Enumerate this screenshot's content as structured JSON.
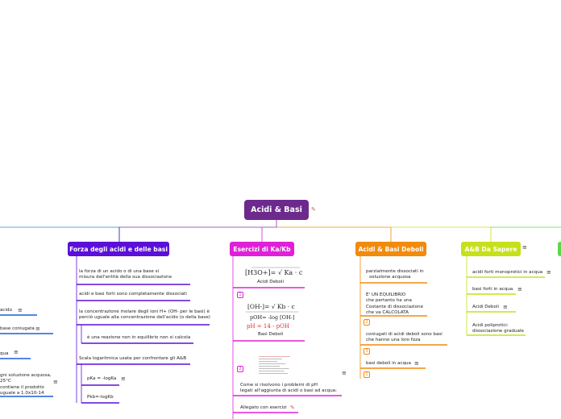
{
  "root": {
    "label": "Acidi & Basi"
  },
  "branches": {
    "forza": {
      "label": "Forza degli acidi e delle basi",
      "color": "#5b0fd9",
      "items": [
        "la forza di un acido o di una base si",
        "misura dall'entità della sua dissociazione",
        "acidi e basi forti sono completamente dissociati",
        "la concentrazione molare degli ioni H+ (OH- per le basi) è",
        "perciò uguale alla concentrazione dell'acido (o della base)",
        "è una reazione non in equilibrio non si calcola",
        "Scala logaritmica usata per confrontare gli A&B",
        "pKa = -logKa",
        "Pkb=-logKb"
      ]
    },
    "esercizi": {
      "label": "Esercizi di Ka/Kb",
      "color": "#e020d8",
      "formula1": "[H3O+]= √ Ka · c",
      "acidi_deboli": "Acidi Deboli",
      "badge1": "1",
      "formula2": "[OH-]= √ Kb · c",
      "poh": "pOH= -log [OH-]",
      "ph": "pH =  14  - pOH",
      "basi_deboli": "Basi Deboli",
      "badge2": "2",
      "come_line1": "Come si risolvono i problemi di pH",
      "come_line2": "legati all'aggiunta di acidi o basi ad acqua:",
      "allegato": "Allegato con esercizi"
    },
    "deboli": {
      "label": "Acidi & Basi Deboli",
      "color": "#f28a0c",
      "item1_line1": "parzialmente dissociati in",
      "item1_line2": "soluzione acquosa",
      "item2_line1": "E' UN EQUILIBRIO",
      "item2_line2": "che pertanto ha una",
      "item2_line3": "Costante di dissociazione",
      "item2_line4": "che va CALCOLATA",
      "badge2": "2",
      "item3_line1": "coniugati di acidi deboli sono basi",
      "item3_line2": "che hanno una loro foza",
      "badge3": "3",
      "item4": "basi deboli in acqua",
      "badge1": "1"
    },
    "sapere": {
      "label": "A&B Da Sapere",
      "color": "#c6e01a",
      "item1": "acidi forti monoprotici in acqua",
      "item2": "basi forti in acqua",
      "item3": "Acidi Deboli",
      "item4_line1": "Acidi poliprotici:",
      "item4_line2": "dissociazione graduale"
    },
    "left": {
      "color": "#1a5fd9",
      "item1": "acido",
      "item2": "base coniugata",
      "item3": "qua",
      "item4_line1": "gni soluzione acquosa,",
      "item4_line2": "25°C",
      "item4_line3": "contiene il prodotto",
      "item4_line4": "uguale a 1.0x10-14"
    }
  },
  "colors": {
    "root": "#6c2a8c",
    "line": "#1a8fd9",
    "rightline": "#5bd94a"
  },
  "icons": {
    "note": "note-icon",
    "file": "attachment-icon"
  }
}
